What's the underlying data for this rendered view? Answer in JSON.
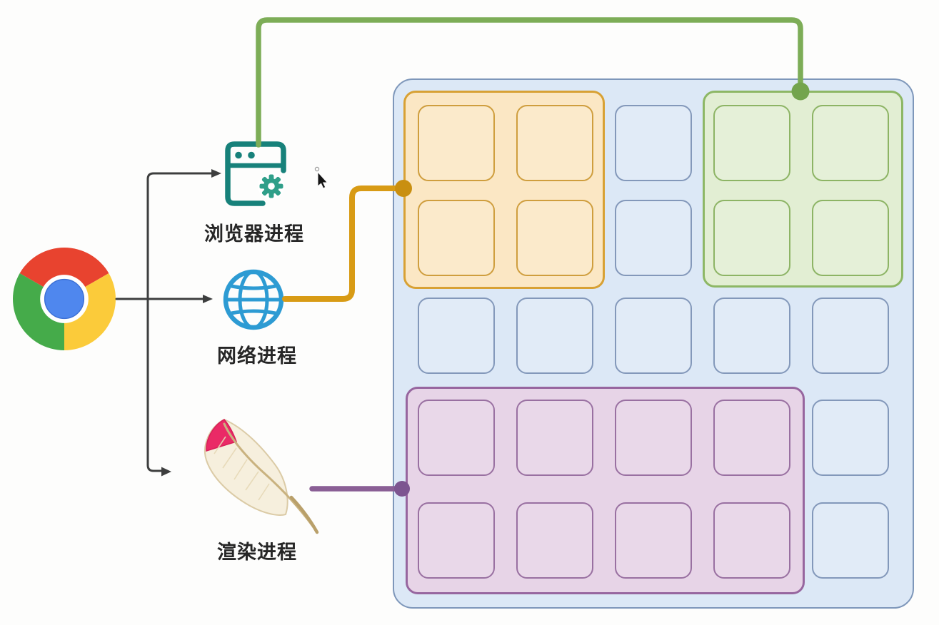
{
  "labels": {
    "browser": "浏览器进程",
    "network": "网络进程",
    "renderer": "渲染进程"
  },
  "source_app": {
    "name": "Chrome",
    "icon": "chrome-logo",
    "colors": {
      "red": "#e8432f",
      "green": "#45ab4a",
      "yellow": "#fbcb3a",
      "blue": "#4f87ee"
    }
  },
  "processes": [
    {
      "id": "browser",
      "label": "浏览器进程",
      "icon": "browser-window-gear-icon",
      "icon_color": "#17817a"
    },
    {
      "id": "network",
      "label": "网络进程",
      "icon": "globe-icon",
      "icon_color": "#2d9bd3"
    },
    {
      "id": "renderer",
      "label": "渲染进程",
      "icon": "feather-quill-icon",
      "icon_color": "#ea2a66"
    }
  ],
  "connections": [
    {
      "from": "浏览器进程",
      "to": "green-region",
      "color": "#7dad57"
    },
    {
      "from": "网络进程",
      "to": "orange-region",
      "color": "#d89b15"
    },
    {
      "from": "渲染进程",
      "to": "purple-region",
      "color": "#8a5f95"
    }
  ],
  "grid": {
    "rows": 5,
    "cols": 5,
    "container_color": "#dce8f6",
    "container_border": "#7e97ba",
    "regions": [
      {
        "id": "orange-region",
        "owner": "网络进程",
        "fill": "#fbe7c4",
        "border": "#d8a134",
        "cells": 4
      },
      {
        "id": "green-region",
        "owner": "浏览器进程",
        "fill": "#e2eed3",
        "border": "#8db765",
        "cells": 4
      },
      {
        "id": "purple-region",
        "owner": "渲染进程",
        "fill": "#e7d4e7",
        "border": "#97669f",
        "cells": 8
      }
    ],
    "cell_owner": [
      [
        "orange",
        "orange",
        "blue",
        "green",
        "green"
      ],
      [
        "orange",
        "orange",
        "blue",
        "green",
        "green"
      ],
      [
        "blue",
        "blue",
        "blue",
        "blue",
        "blue"
      ],
      [
        "purple",
        "purple",
        "purple",
        "purple",
        "blue"
      ],
      [
        "purple",
        "purple",
        "purple",
        "purple",
        "blue"
      ]
    ]
  },
  "arrow_color": "#3d3e3e"
}
